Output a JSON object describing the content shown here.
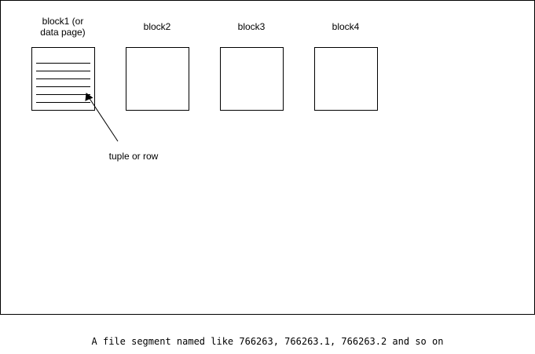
{
  "diagram": {
    "blocks": [
      {
        "label": "block1 (or\ndata page)"
      },
      {
        "label": "block2"
      },
      {
        "label": "block3"
      },
      {
        "label": "block4"
      }
    ],
    "tuple_label": "tuple or row",
    "caption": "A file segment named like 766263, 766263.1, 766263.2 and so on"
  }
}
